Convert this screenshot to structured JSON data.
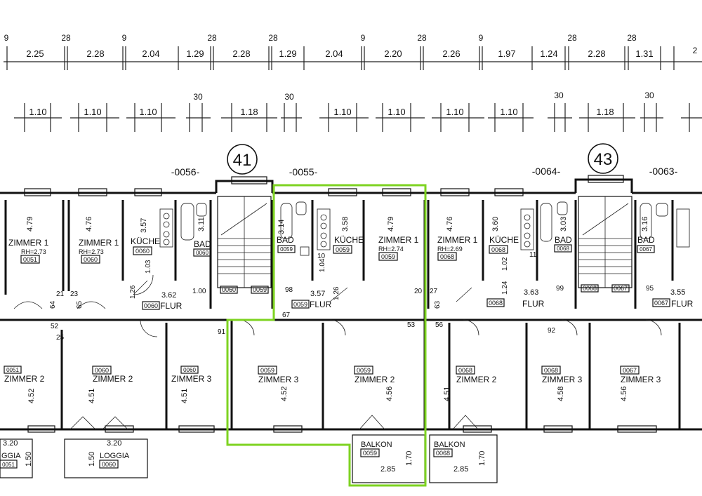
{
  "accent_color": "#7ed321",
  "top_dims": {
    "values": [
      "2.25",
      "2.28",
      "2.04",
      "1.29",
      "2.28",
      "1.29",
      "2.04",
      "2.20",
      "2.26",
      "1.97",
      "1.24",
      "2.28",
      "1.31"
    ],
    "ticks": [
      "9",
      "28",
      "9",
      "28",
      "28",
      "9",
      "28",
      "9",
      "28",
      "28"
    ],
    "left_edge": "9",
    "right_edge": "2"
  },
  "window_dims": {
    "values": [
      "1.10",
      "1.10",
      "1.10",
      "1.18",
      "1.10",
      "1.10",
      "1.10",
      "1.10",
      "1.18"
    ],
    "ticks": [
      "30",
      "30",
      "30",
      "30"
    ]
  },
  "buildings": [
    {
      "number": "41"
    },
    {
      "number": "43"
    }
  ],
  "apartment_codes": [
    "-0056-",
    "-0055-",
    "-0064-",
    "-0063-"
  ],
  "rooms": [
    {
      "name": "ZIMMER 1",
      "tag": "0051",
      "rh": "RH=2.73",
      "dim": "4.79"
    },
    {
      "name": "ZIMMER 1",
      "tag": "0060",
      "rh": "RH=2.73",
      "dim": "4.76"
    },
    {
      "name": "KÜCHE",
      "tag": "0060",
      "dim": "3.57"
    },
    {
      "name": "BAD",
      "tag": "0060",
      "dim": "3.11"
    },
    {
      "name": "BAD",
      "tag": "0059",
      "dim": "3.14"
    },
    {
      "name": "KÜCHE",
      "tag": "0059",
      "dim": "3.58"
    },
    {
      "name": "ZIMMER 1",
      "tag": "0059",
      "rh": "RH=2.74",
      "dim": "4.79"
    },
    {
      "name": "ZIMMER 1",
      "tag": "0068",
      "rh": "RH=2.69",
      "dim": "4.76"
    },
    {
      "name": "KÜCHE",
      "tag": "0068",
      "dim": "3.60"
    },
    {
      "name": "BAD",
      "tag": "0068",
      "dim": "3.03"
    },
    {
      "name": "BAD",
      "tag": "0067",
      "dim": "3.16"
    },
    {
      "name": "FLUR",
      "tag": "0060",
      "dim": "3.62"
    },
    {
      "name": "FLUR",
      "tag": "0059",
      "dim": "3.57"
    },
    {
      "name": "FLUR",
      "tag": "0068",
      "dim": "3.63"
    },
    {
      "name": "FLUR",
      "tag": "0067",
      "dim": "3.55"
    },
    {
      "name": "ZIMMER 2",
      "tag": "0051",
      "dim": "4.52"
    },
    {
      "name": "ZIMMER 2",
      "tag": "0060",
      "dim": "4.51"
    },
    {
      "name": "ZIMMER 3",
      "tag": "0060",
      "dim": "4.51"
    },
    {
      "name": "ZIMMER 3",
      "tag": "0059",
      "dim": "4.52"
    },
    {
      "name": "ZIMMER 2",
      "tag": "0059",
      "dim": "4.56"
    },
    {
      "name": "ZIMMER 2",
      "tag": "0068",
      "dim": "4.51"
    },
    {
      "name": "ZIMMER 3",
      "tag": "0068",
      "dim": "4.58"
    },
    {
      "name": "ZIMMER 3",
      "tag": "0067",
      "dim": "4.56"
    }
  ],
  "outdoor": [
    {
      "name": "BALKON",
      "tag": "0059",
      "w": "2.85",
      "d": "1.70"
    },
    {
      "name": "BALKON",
      "tag": "0068",
      "w": "2.85",
      "d": "1.70"
    },
    {
      "name": "LOGGIA",
      "tag": "0060",
      "w": "3.20",
      "d": "1.50"
    },
    {
      "name": "GGIA",
      "tag": "0051",
      "w": "3.20",
      "d": "1.50"
    }
  ],
  "stair_tags": [
    "0060",
    "0059",
    "0068",
    "0067"
  ],
  "misc_dims": {
    "stair_gap_a": "1.00",
    "stair_gap_b": "99",
    "hall_a": "1.26",
    "hall_b": "1.26",
    "hall_c": "1.24",
    "hall_d": "98",
    "hall_e": "95",
    "bath_a": "1.03",
    "bath_b": "1.04",
    "bath_c": "1.02",
    "wall_21": "21",
    "wall_23": "23",
    "wall_64": "64",
    "wall_65": "65",
    "wall_20": "20",
    "wall_27": "27",
    "wall_52": "52",
    "wall_25": "25",
    "wall_53": "53",
    "wall_56": "56",
    "wall_91": "91",
    "wall_92": "92",
    "wall_63": "63",
    "wall_67": "67",
    "wall_10": "10",
    "wall_11": "11"
  }
}
